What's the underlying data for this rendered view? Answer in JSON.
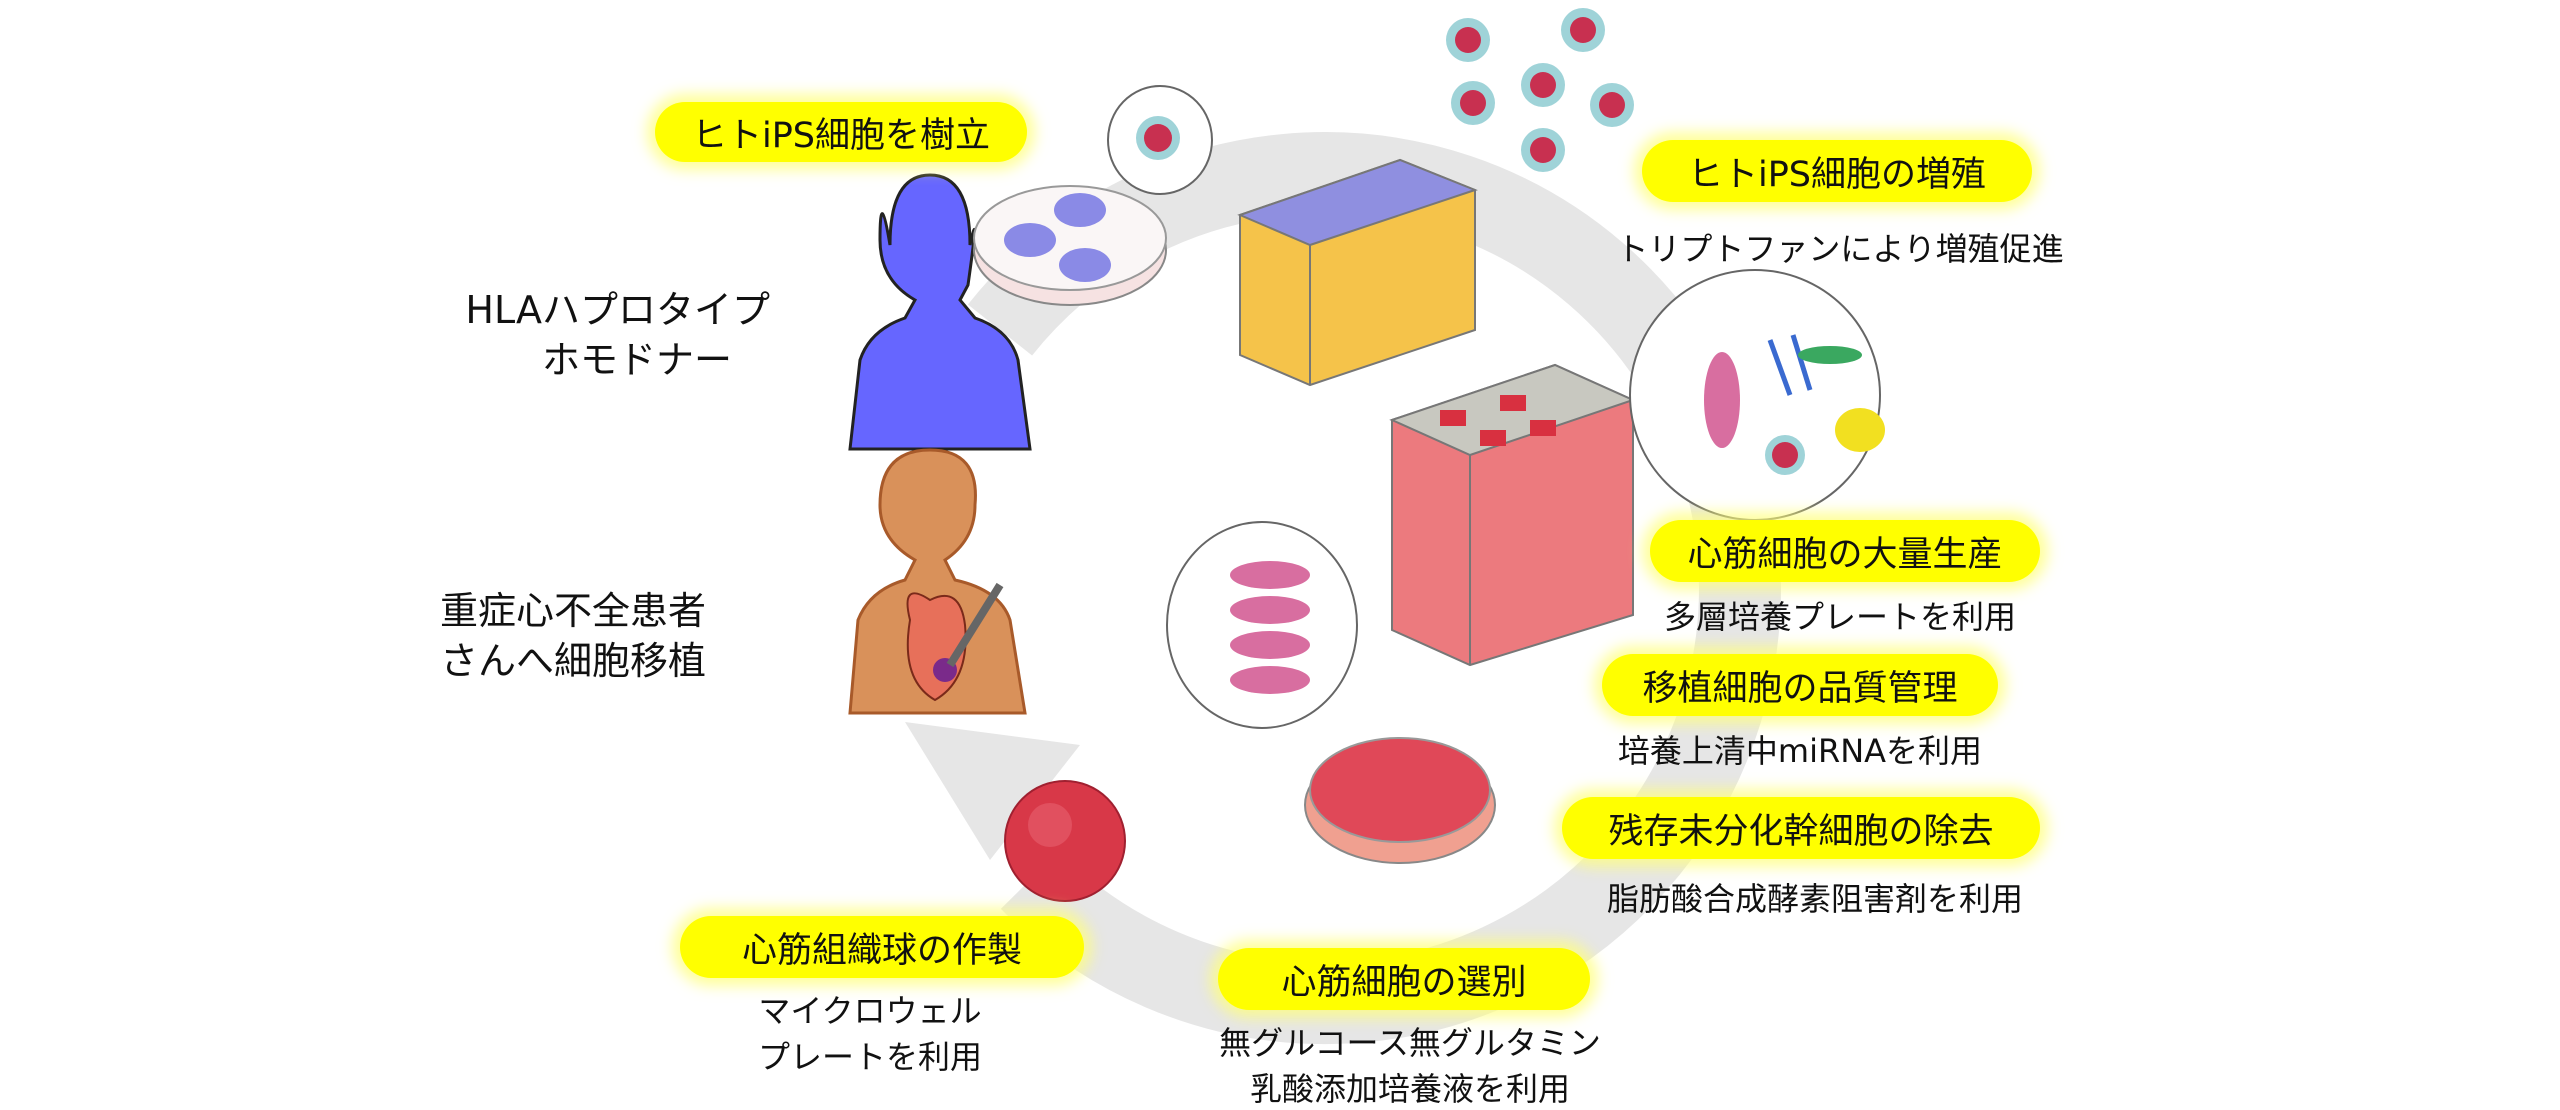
{
  "steps": {
    "establish": {
      "title": "ヒトiPS細胞を樹立"
    },
    "expand": {
      "title": "ヒトiPS細胞の増殖",
      "note": "トリプトファンにより増殖促進"
    },
    "mass": {
      "title": "心筋細胞の大量生産",
      "note": "多層培養プレートを利用"
    },
    "qc": {
      "title": "移植細胞の品質管理",
      "note": "培養上清中miRNAを利用"
    },
    "remove": {
      "title": "残存未分化幹細胞の除去",
      "note": "脂肪酸合成酵素阻害剤を利用"
    },
    "select": {
      "title": "心筋細胞の選別",
      "note_line1": "無グルコース無グルタミン",
      "note_line2": "乳酸添加培養液を利用"
    },
    "sphere": {
      "title": "心筋組織球の作製",
      "note_line1": "マイクロウェル",
      "note_line2": "プレートを利用"
    }
  },
  "donor": {
    "line1": "HLAハプロタイプ",
    "line2": "ホモドナー"
  },
  "patient": {
    "line1": "重症心不全患者",
    "line2": "さんへ細胞移植"
  },
  "colors": {
    "highlight": "#ffff00",
    "arrow": "#e6e6e6",
    "donor": "#6666ff",
    "patient": "#d9915a",
    "cardio": "#e04858"
  }
}
